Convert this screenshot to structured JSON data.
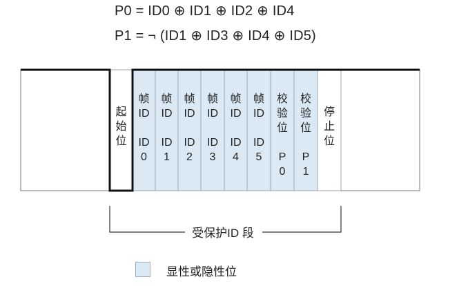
{
  "formulas": {
    "p0": "P0 = ID0 ⊕ ID1 ⊕ ID2 ⊕ ID4",
    "p1": "P1 = ¬ (ID1 ⊕ ID3 ⊕ ID4 ⊕ ID5)"
  },
  "fields": [
    {
      "key": "start",
      "lines": [
        "起",
        "始",
        "位"
      ],
      "shaded": false
    },
    {
      "key": "id0",
      "lines": [
        "帧",
        "ID",
        "",
        "ID",
        "0"
      ],
      "shaded": true
    },
    {
      "key": "id1",
      "lines": [
        "帧",
        "ID",
        "",
        "ID",
        "1"
      ],
      "shaded": true
    },
    {
      "key": "id2",
      "lines": [
        "帧",
        "ID",
        "",
        "ID",
        "2"
      ],
      "shaded": true
    },
    {
      "key": "id3",
      "lines": [
        "帧",
        "ID",
        "",
        "ID",
        "3"
      ],
      "shaded": true
    },
    {
      "key": "id4",
      "lines": [
        "帧",
        "ID",
        "",
        "ID",
        "4"
      ],
      "shaded": true
    },
    {
      "key": "id5",
      "lines": [
        "帧",
        "ID",
        "",
        "ID",
        "5"
      ],
      "shaded": true
    },
    {
      "key": "p0",
      "lines": [
        "校",
        "验",
        "位",
        "",
        "P",
        "0"
      ],
      "shaded": true
    },
    {
      "key": "p1",
      "lines": [
        "校",
        "验",
        "位",
        "",
        "P",
        "1"
      ],
      "shaded": true
    },
    {
      "key": "stop",
      "lines": [
        "停",
        "止",
        "位"
      ],
      "shaded": false
    }
  ],
  "bracket_label": "受保护ID 段",
  "legend": {
    "label": "显性或隐性位",
    "color": "#dbe9f5"
  },
  "colors": {
    "line": "#111111",
    "cell_border": "#9aa3ad",
    "frame": "#777777",
    "shade": "#dbe9f5"
  }
}
